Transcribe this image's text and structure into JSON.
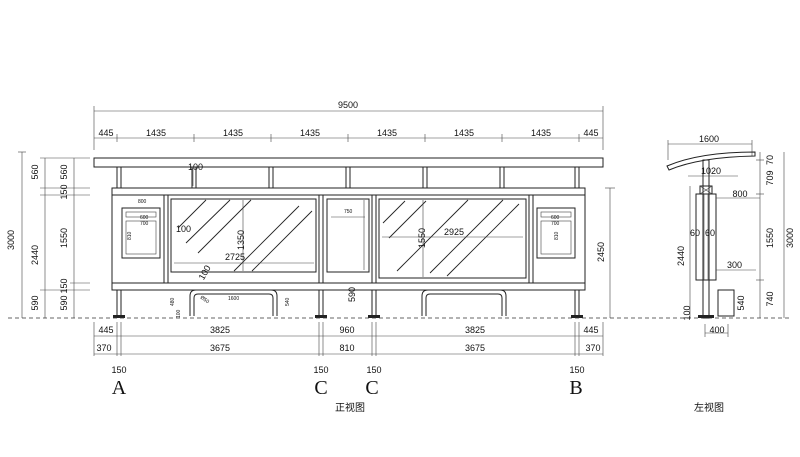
{
  "front_view": {
    "caption": "正视图",
    "overall_width": "9500",
    "top_segments": [
      "445",
      "1435",
      "1435",
      "1435",
      "1435",
      "1435",
      "1435",
      "445"
    ],
    "bottom_row1": [
      "445",
      "3825",
      "960",
      "3825",
      "445"
    ],
    "bottom_row2": [
      "370",
      "3675",
      "810",
      "3675",
      "370"
    ],
    "col_width": "150",
    "section_labels": [
      "A",
      "C",
      "C",
      "B"
    ],
    "left_heights": {
      "total": "3000",
      "mid": "2440",
      "roof": "560",
      "roof2": "560",
      "band": "150",
      "panel": "1550",
      "band2": "150",
      "base": "590",
      "base2": "590"
    },
    "right_height": "2450",
    "panel_labels": {
      "w2725": "2725",
      "h1350": "1350",
      "d100a": "100",
      "d100b": "100",
      "d100c": "100",
      "w2925": "2925",
      "h1550": "1550",
      "w750": "750",
      "d590": "590"
    },
    "small_box": {
      "w800": "800",
      "w600": "600",
      "w700": "700",
      "h810": "810"
    },
    "bench": {
      "w1600": "1600",
      "h480": "480",
      "h540": "540",
      "r": "Ø50",
      "h100": "100"
    }
  },
  "side_view": {
    "caption": "左视图",
    "roof_width": "1600",
    "roof_inner": "1020",
    "box_width": "800",
    "post_dims": [
      "60",
      "60"
    ],
    "box_w300": "300",
    "base_w": "400",
    "right_heights": [
      "70",
      "709",
      "1550",
      "740",
      "3000"
    ],
    "left_heights": [
      "2440",
      "100"
    ],
    "h540": "540"
  }
}
